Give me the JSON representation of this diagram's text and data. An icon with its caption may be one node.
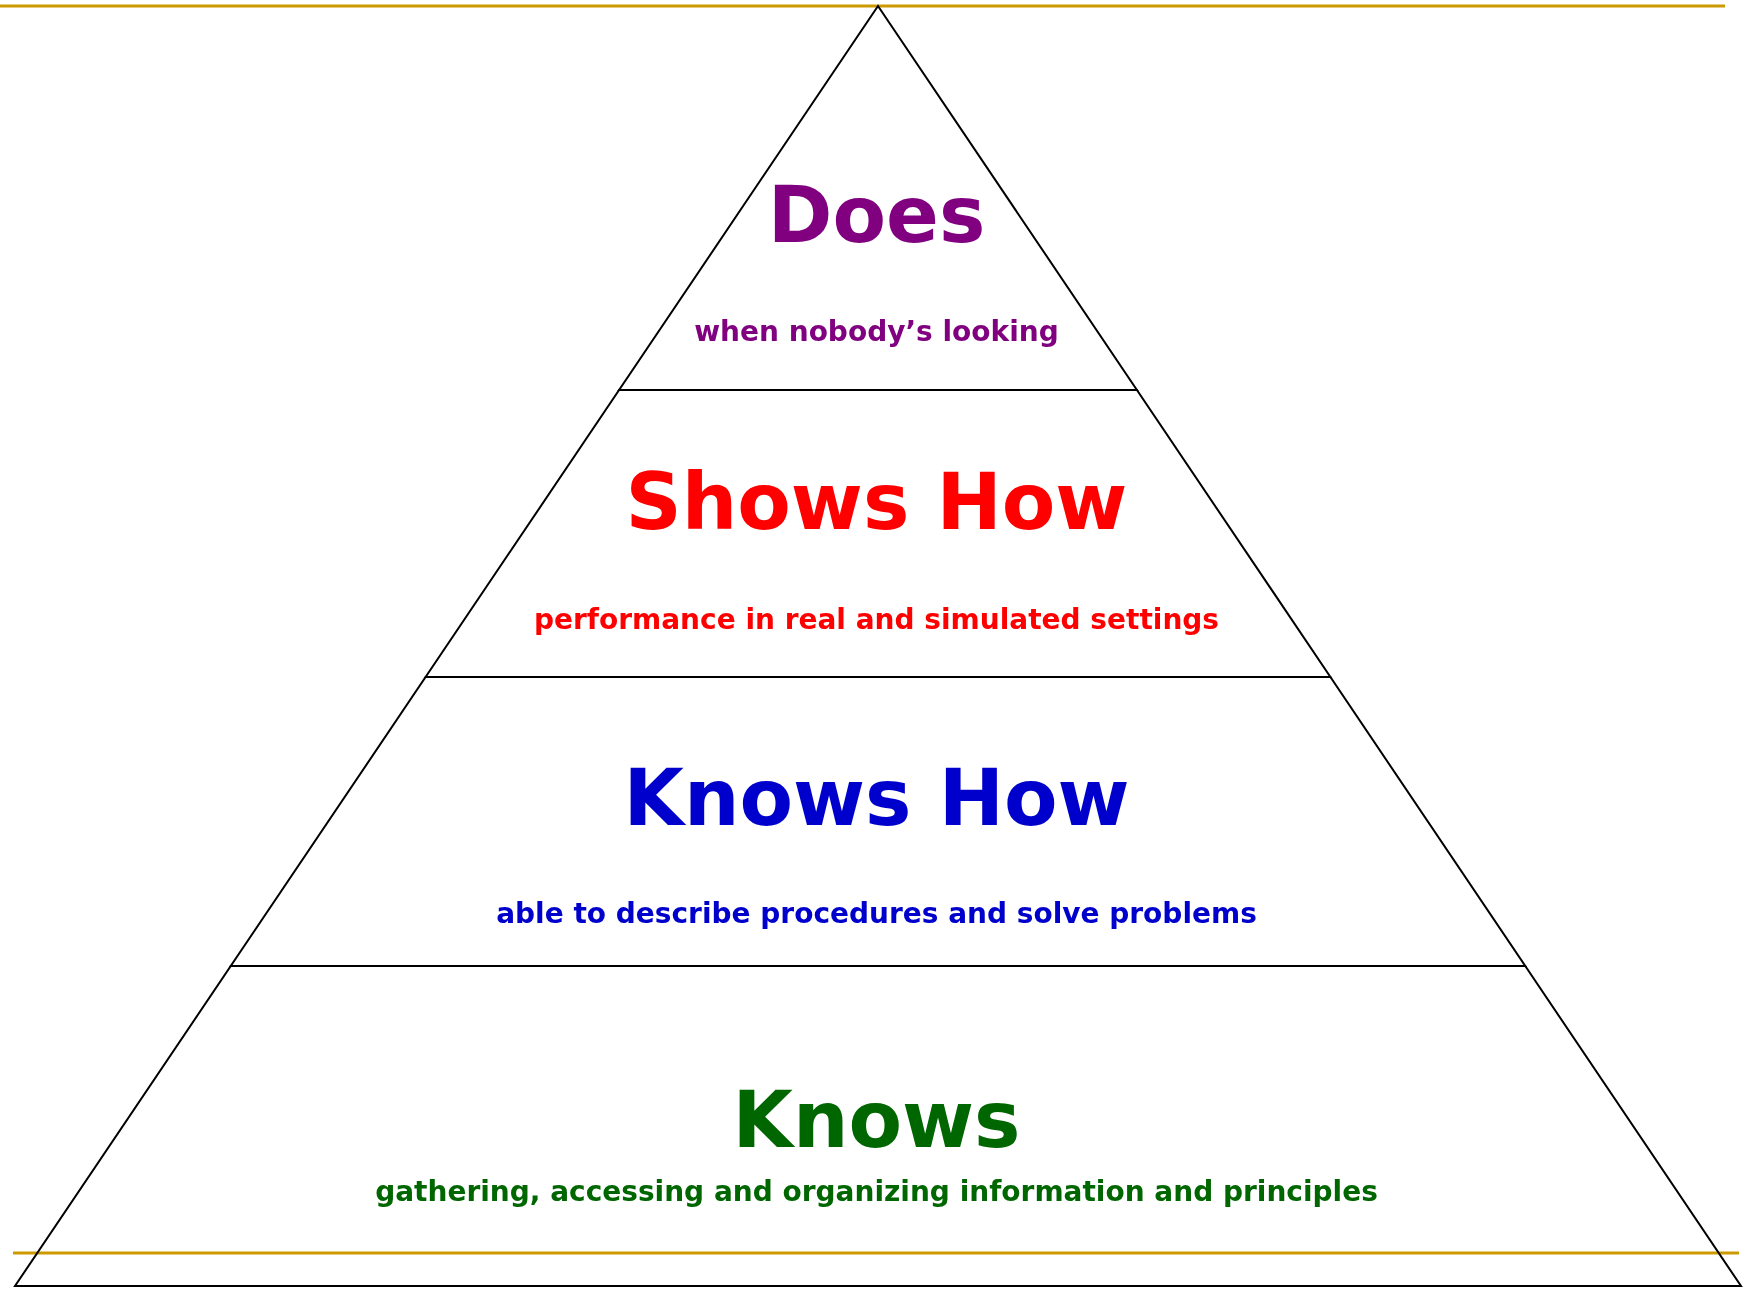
{
  "diagram": {
    "nodes": [
      {
        "text": [
          "Does",
          "when nobody’s looking"
        ]
      },
      {
        "text": [
          "Shows How",
          "performance in real and simulated settings"
        ]
      },
      {
        "text": [
          "Knows How",
          "able to describe procedures and solve problems"
        ]
      },
      {
        "text": [
          "Knows",
          "gathering, accessing and organizing information and principles"
        ]
      }
    ]
  }
}
